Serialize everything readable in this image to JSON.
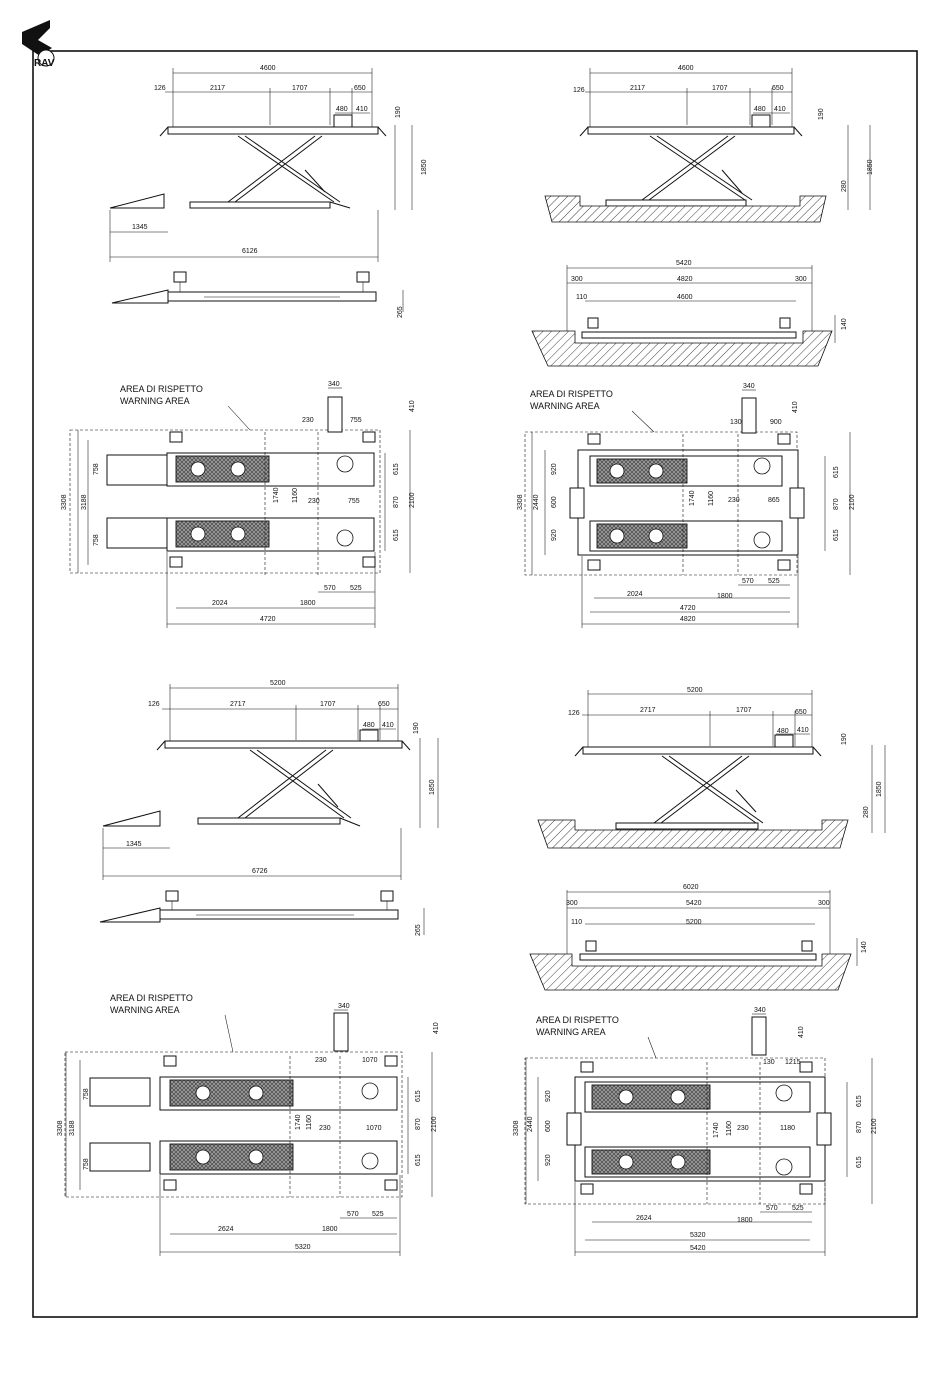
{
  "logo": {
    "text": "RAV",
    "mark": "rav-logo-mark"
  },
  "area_label": {
    "it": "AREA DI RISPETTO",
    "en": "WARNING AREA"
  },
  "views": {
    "side_a": {
      "d_total": "4600",
      "d1": "126",
      "d2": "2117",
      "d3": "1707",
      "d4": "650",
      "d5": "480",
      "d6": "410",
      "h_top": "190",
      "h_lift": "1850",
      "ramp": "1345",
      "length": "6126"
    },
    "side_b": {
      "d_total": "4600",
      "d1": "126",
      "d2": "2117",
      "d3": "1707",
      "d4": "650",
      "d5": "480",
      "d6": "410",
      "h_top": "190",
      "h_lift": "1850",
      "pit": "280"
    },
    "low_a": {
      "h": "265"
    },
    "low_b": {
      "total": "5420",
      "l": "300",
      "mid": "4820",
      "r": "300",
      "off": "110",
      "inner": "4600",
      "h": "140"
    },
    "plan_a": {
      "d340": "340",
      "d410": "410",
      "d230": "230",
      "d755": "755",
      "w3308": "3308",
      "w3188": "3188",
      "w758a": "758",
      "w758b": "758",
      "d1740": "1740",
      "d1160": "1160",
      "d230b": "230",
      "d755b": "755",
      "d615a": "615",
      "d870": "870",
      "d615b": "615",
      "d2100": "2100",
      "d570": "570",
      "d525": "525",
      "d2024": "2024",
      "d1800": "1800",
      "d4720": "4720"
    },
    "plan_b": {
      "d340": "340",
      "d410": "410",
      "d130": "130",
      "d900": "900",
      "w3308": "3308",
      "w2440": "2440",
      "w920a": "920",
      "w600": "600",
      "w920b": "920",
      "d1740": "1740",
      "d1160": "1160",
      "d230": "230",
      "d865": "865",
      "d615a": "615",
      "d870": "870",
      "d615b": "615",
      "d2100": "2100",
      "d570": "570",
      "d525": "525",
      "d2024": "2024",
      "d1800": "1800",
      "d4720": "4720",
      "d4820": "4820"
    },
    "side_c": {
      "d_total": "5200",
      "d1": "126",
      "d2": "2717",
      "d3": "1707",
      "d4": "650",
      "d5": "480",
      "d6": "410",
      "h_top": "190",
      "h_lift": "1850",
      "ramp": "1345",
      "length": "6726"
    },
    "side_d": {
      "d_total": "5200",
      "d1": "126",
      "d2": "2717",
      "d3": "1707",
      "d4": "650",
      "d5": "480",
      "d6": "410",
      "h_top": "190",
      "h_lift": "1850",
      "pit": "280"
    },
    "low_c": {
      "h": "265"
    },
    "low_d": {
      "total": "6020",
      "l": "300",
      "mid": "5420",
      "r": "300",
      "off": "110",
      "inner": "5200",
      "h": "140"
    },
    "plan_c": {
      "d340": "340",
      "d410": "410",
      "d230": "230",
      "d1070": "1070",
      "w3308": "3308",
      "w3188": "3188",
      "w758a": "758",
      "w758b": "758",
      "d1740": "1740",
      "d1160": "1160",
      "d230b": "230",
      "d1070b": "1070",
      "d615a": "615",
      "d870": "870",
      "d615b": "615",
      "d2100": "2100",
      "d570": "570",
      "d525": "525",
      "d2624": "2624",
      "d1800": "1800",
      "d5320": "5320"
    },
    "plan_d": {
      "d340": "340",
      "d410": "410",
      "d130": "130",
      "d1215": "1215",
      "w3308": "3308",
      "w2440": "2440",
      "w920a": "920",
      "w600": "600",
      "w920b": "920",
      "d1740": "1740",
      "d1160": "1160",
      "d230": "230",
      "d1180": "1180",
      "d615a": "615",
      "d870": "870",
      "d615b": "615",
      "d2100": "2100",
      "d570": "570",
      "d525": "525",
      "d2624": "2624",
      "d1800": "1800",
      "d5320": "5320",
      "d5420": "5420"
    }
  }
}
